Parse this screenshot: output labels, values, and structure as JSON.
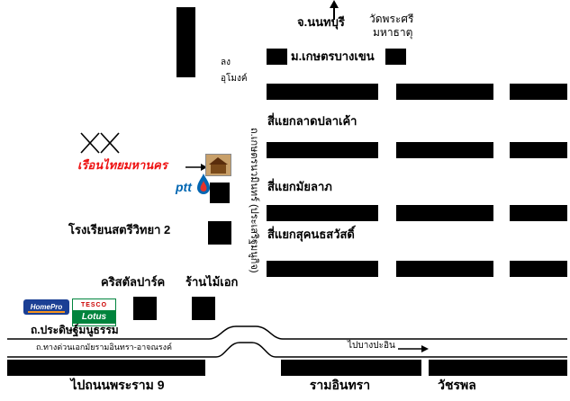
{
  "colors": {
    "road_block": "#000000",
    "ruen_thai_text": "#ee1111",
    "ptt_blue": "#0066b2",
    "ptt_flame_red": "#e5322b",
    "homepro_blue": "#1b3f94",
    "tesco_green": "#00843d",
    "tesco_red": "#cc0000"
  },
  "icons": {
    "north_arrow": "↑",
    "east_arrow": "→",
    "ruen_thai_pointer": "→",
    "ptt_flame": "flame",
    "x_doodle": "✗✗"
  },
  "top": {
    "north_label": "จ.นนทบุรี",
    "wat_line1": "วัดพระศรี",
    "wat_line2": "มหาธาตุ",
    "kasetsart": "ม.เกษตรบางเขน",
    "tunnel_line1": "ลง",
    "tunnel_line2": "อุโมงค์"
  },
  "intersections": {
    "latplakao": "สี่แยกลาดปลาเค้า",
    "mayalap": "สี่แยกมัยลาภ",
    "sukhonthasawat": "สี่แยกสุคนธสวัสดิ์"
  },
  "vertical_road_label": "ถ.เกษตรนวมินทร์ (ประเสริฐมนูกิจ)",
  "landmarks": {
    "ruen_thai": "เรือนไทยมหานคร",
    "ptt": "ptt",
    "school": "โรงเรียนสตรีวิทยา 2",
    "crystal_park": "คริสตัลปาร์ค",
    "wood_shop": "ร้านไม้เอก",
    "homepro": "HomePro",
    "tesco_top": "TESCO",
    "tesco_bottom": "Lotus"
  },
  "bottom": {
    "pradit_road": "ถ.ประดิษฐ์มนูธรรม",
    "expressway": "ถ.ทางด่วนเอกมัยรามอินทรา-อาจณรงค์",
    "to_east": "ไปบางปะอิน",
    "to_rama9": "ไปถนนพระราม 9",
    "ramintra": "รามอินทรา",
    "watcharaphon": "วัชรพล"
  }
}
